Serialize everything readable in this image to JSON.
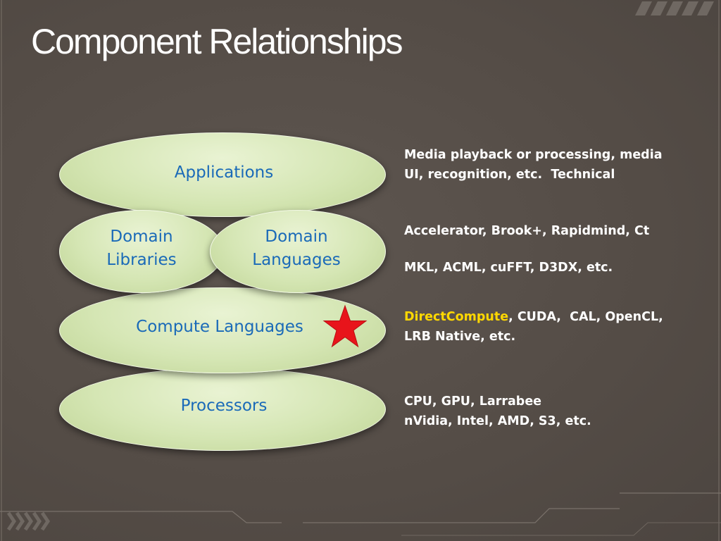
{
  "slide": {
    "title": "Component Relationships"
  },
  "layers": {
    "applications": "Applications",
    "domain_libraries": "Domain\nLibraries",
    "domain_languages": "Domain\nLanguages",
    "compute_languages": "Compute Languages",
    "processors": "Processors"
  },
  "descriptions": {
    "applications": "Media playback or processing, media\nUI, recognition, etc.  Technical",
    "domain_languages": "Accelerator, Brook+, Rapidmind, Ct",
    "domain_libraries": "MKL, ACML, cuFFT, D3DX, etc.",
    "compute_highlight": "DirectCompute",
    "compute_rest": ", CUDA,  CAL, OpenCL,\nLRB Native, etc.",
    "processors": "CPU, GPU, Larrabee\nnVidia, Intel, AMD, S3, etc."
  },
  "colors": {
    "background": "#58504a",
    "ellipse_fill": "#d5e6b4",
    "layer_text": "#1a6ab8",
    "highlight": "#ffd800",
    "star": "#e8141b"
  },
  "icons": {
    "marker": "red-star-icon",
    "top_right": "diagonal-stripes-icon",
    "bottom_left": "chevrons-icon"
  }
}
